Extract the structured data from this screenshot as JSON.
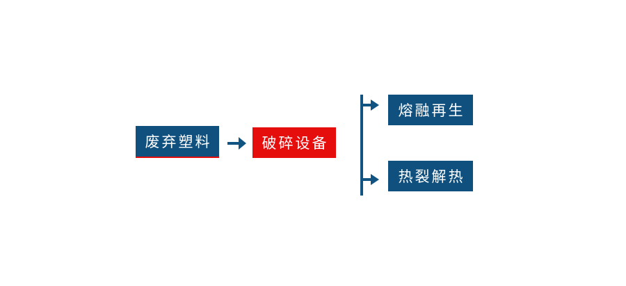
{
  "diagram": {
    "type": "flowchart",
    "direction": "left-to-right",
    "nodes": [
      {
        "id": "waste-plastic",
        "label": "废弃塑料",
        "fill": "blue",
        "accent_underline": true
      },
      {
        "id": "crushing-equipment",
        "label": "破碎设备",
        "fill": "red",
        "accent_underline": false
      },
      {
        "id": "melt-regeneration",
        "label": "熔融再生",
        "fill": "blue",
        "accent_underline": false
      },
      {
        "id": "pyrolysis",
        "label": "热裂解热",
        "fill": "blue",
        "accent_underline": false
      }
    ],
    "edges": [
      {
        "from": "waste-plastic",
        "to": "crushing-equipment",
        "style": "straight-arrow"
      },
      {
        "from": "crushing-equipment",
        "to": "melt-regeneration",
        "style": "branch-arrow"
      },
      {
        "from": "crushing-equipment",
        "to": "pyrolysis",
        "style": "branch-arrow"
      }
    ]
  },
  "colors": {
    "node_blue": "#0F507E",
    "node_red": "#E60D0D",
    "underline_red": "#E60D0D",
    "connector_blue": "#115381",
    "text_white": "#FFFFFF",
    "background": "#FFFFFF"
  }
}
